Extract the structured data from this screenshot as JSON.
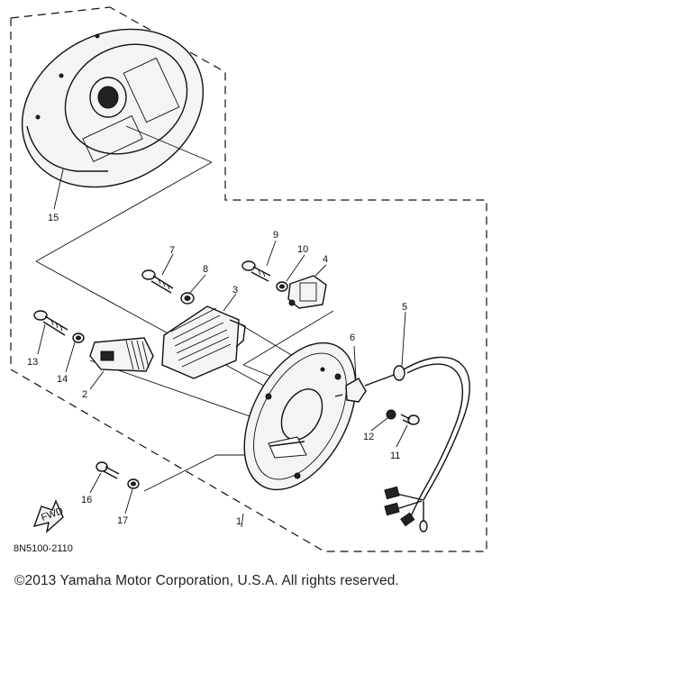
{
  "diagram": {
    "code": "8N5100-2110",
    "front_label": "FWD",
    "callouts": {
      "c1": "1",
      "c2": "2",
      "c3": "3",
      "c4": "4",
      "c5": "5",
      "c6": "6",
      "c7": "7",
      "c8": "8",
      "c9": "9",
      "c10": "10",
      "c11": "11",
      "c12": "12",
      "c13": "13",
      "c14": "14",
      "c15": "15",
      "c16": "16",
      "c17": "17"
    }
  },
  "copyright": "©2013 Yamaha Motor Corporation, U.S.A. All rights reserved."
}
